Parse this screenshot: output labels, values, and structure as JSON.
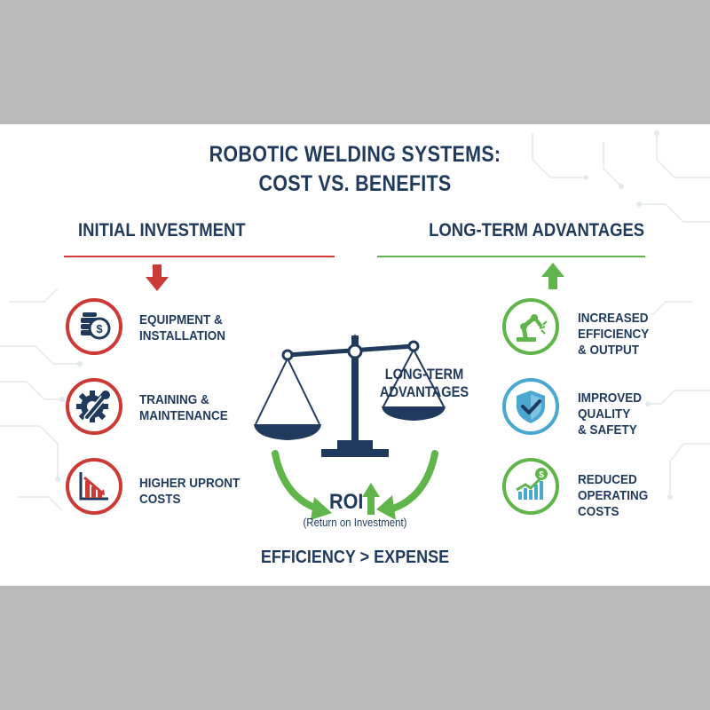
{
  "title": {
    "line1": "ROBOTIC WELDING SYSTEMS:",
    "line2": "COST VS. BENEFITS"
  },
  "left": {
    "heading": "INITIAL INVESTMENT",
    "items": [
      {
        "label": "EQUIPMENT &\nINSTALLATION",
        "icon": "coins-dollar-icon"
      },
      {
        "label": "TRAINING &\nMAINTENANCE",
        "icon": "gear-wrench-icon"
      },
      {
        "label": "HIGHER UPRONT\nCOSTS",
        "icon": "declining-chart-icon"
      }
    ]
  },
  "right": {
    "heading": "LONG-TERM ADVANTAGES",
    "items": [
      {
        "label": "INCREASED\nEFFICIENCY\n& OUTPUT",
        "icon": "robot-arm-icon"
      },
      {
        "label": "IMPROVED\nQUALITY\n& SAFETY",
        "icon": "shield-check-icon"
      },
      {
        "label": "REDUCED\nOPERATING\nCOSTS",
        "icon": "rising-chart-dollar-icon"
      }
    ]
  },
  "center": {
    "scale_label": "LONG-TERM\nADVANTAGES",
    "roi": "ROI",
    "roi_sub": "(Return on Investment)",
    "tagline": "EFFICIENCY > EXPENSE"
  },
  "colors": {
    "navy": "#1f3a5c",
    "red": "#cc3a35",
    "green": "#5fb549",
    "blue": "#4aa8d0"
  }
}
